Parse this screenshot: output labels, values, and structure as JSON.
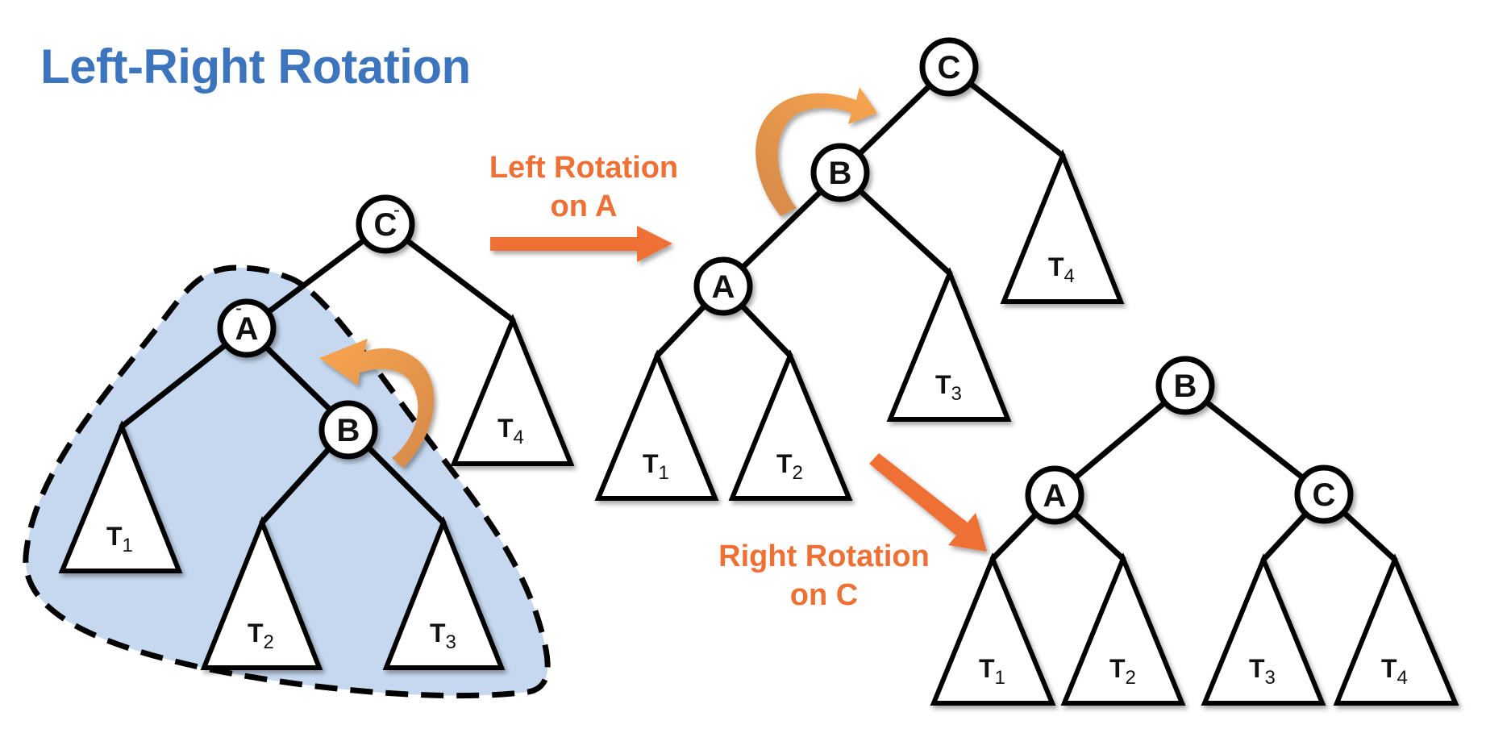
{
  "title": "Left-Right Rotation",
  "colors": {
    "title": "#3d74be",
    "step_arrow": "#ee7035",
    "rotation_arrow_start": "#d4894a",
    "rotation_arrow_end": "#f9a54f",
    "highlight_region": "#c5d8ef",
    "stroke": "#000000",
    "node_fill": "#ffffff"
  },
  "steps": [
    {
      "line1": "Left Rotation",
      "line2": "on A"
    },
    {
      "line1": "Right Rotation",
      "line2": "on C"
    }
  ],
  "trees": [
    {
      "name": "initial",
      "highlighted_subtree": "A",
      "nodes": [
        {
          "id": "C",
          "label": "C",
          "mark": "-"
        },
        {
          "id": "A",
          "label": "A",
          "mark": "-"
        },
        {
          "id": "B",
          "label": "B"
        }
      ],
      "subtrees": [
        {
          "base": "T",
          "sub": "1"
        },
        {
          "base": "T",
          "sub": "2"
        },
        {
          "base": "T",
          "sub": "3"
        },
        {
          "base": "T",
          "sub": "4"
        }
      ]
    },
    {
      "name": "after-left-rotation",
      "nodes": [
        {
          "id": "C",
          "label": "C"
        },
        {
          "id": "B",
          "label": "B"
        },
        {
          "id": "A",
          "label": "A"
        }
      ],
      "subtrees": [
        {
          "base": "T",
          "sub": "1"
        },
        {
          "base": "T",
          "sub": "2"
        },
        {
          "base": "T",
          "sub": "3"
        },
        {
          "base": "T",
          "sub": "4"
        }
      ]
    },
    {
      "name": "after-right-rotation",
      "nodes": [
        {
          "id": "B",
          "label": "B"
        },
        {
          "id": "A",
          "label": "A"
        },
        {
          "id": "C",
          "label": "C"
        }
      ],
      "subtrees": [
        {
          "base": "T",
          "sub": "1"
        },
        {
          "base": "T",
          "sub": "2"
        },
        {
          "base": "T",
          "sub": "3"
        },
        {
          "base": "T",
          "sub": "4"
        }
      ]
    }
  ]
}
